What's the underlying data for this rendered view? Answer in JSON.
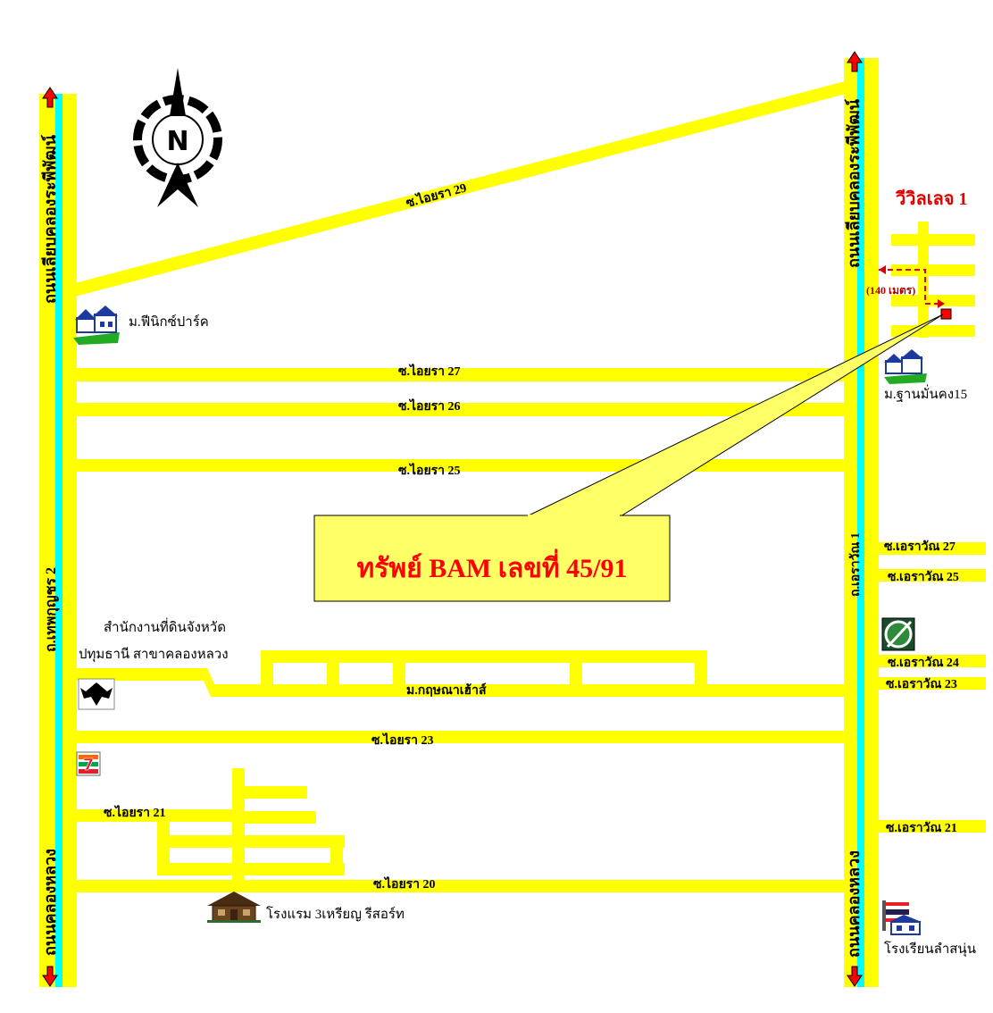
{
  "roads": {
    "left_main_top": "ถนนเลียบคลองระพีพัฒน์",
    "left_main_mid": "ถ.เทพกุญชร 2",
    "left_main_bottom": "ถนนคลองหลวง",
    "right_main_top": "ถนนเลียบคลองระพีพัฒน์",
    "right_main_mid": "ถ.เอราวัณ 1",
    "right_main_bottom": "ถนนคลองหลวง",
    "soi_29": "ซ.ไอยรา 29",
    "soi_27": "ซ.ไอยรา 27",
    "soi_26": "ซ.ไอยรา 26",
    "soi_25": "ซ.ไอยรา 25",
    "soi_23": "ซ.ไอยรา 23",
    "soi_21": "ซ.ไอยรา 21",
    "soi_20": "ซ.ไอยรา 20",
    "erawan_27": "ซ.เอราวัณ 27",
    "erawan_25": "ซ.เอราวัณ 25",
    "erawan_24": "ซ.เอราวัณ 24",
    "erawan_23": "ซ.เอราวัณ 23",
    "erawan_21": "ซ.เอราวัณ 21"
  },
  "places": {
    "phoenix_park": "ม.ฟีนิกซ์ปาร์ค",
    "than_mankong": "ม.ฐานมั่นคง15",
    "land_office_line1": "สำนักงานที่ดินจังหวัด",
    "land_office_line2": "ปทุมธานี สาขาคลองหลวง",
    "kritsana": "ม.กฤษณาเฮ้าส์",
    "hotel": "โรงแรม 3เหรียญ รีสอร์ท",
    "school": "โรงเรียนลำสนุ่น",
    "village_title": "วีวิลเลจ 1",
    "distance": "(140 เมตร)"
  },
  "callout": {
    "text": "ทรัพย์ BAM เลขที่ 45/91"
  },
  "compass": {
    "letter": "N"
  },
  "icons": [
    "compass-icon",
    "house-icon",
    "garuda-icon",
    "seven-eleven-icon",
    "hotel-icon",
    "school-icon",
    "gas-station-icon",
    "property-marker-icon",
    "arrow-up-down-icon"
  ],
  "colors": {
    "road": "#ffff00",
    "canal": "#00ffff",
    "callout_bg": "#ffff66",
    "marker": "#ff0000"
  }
}
